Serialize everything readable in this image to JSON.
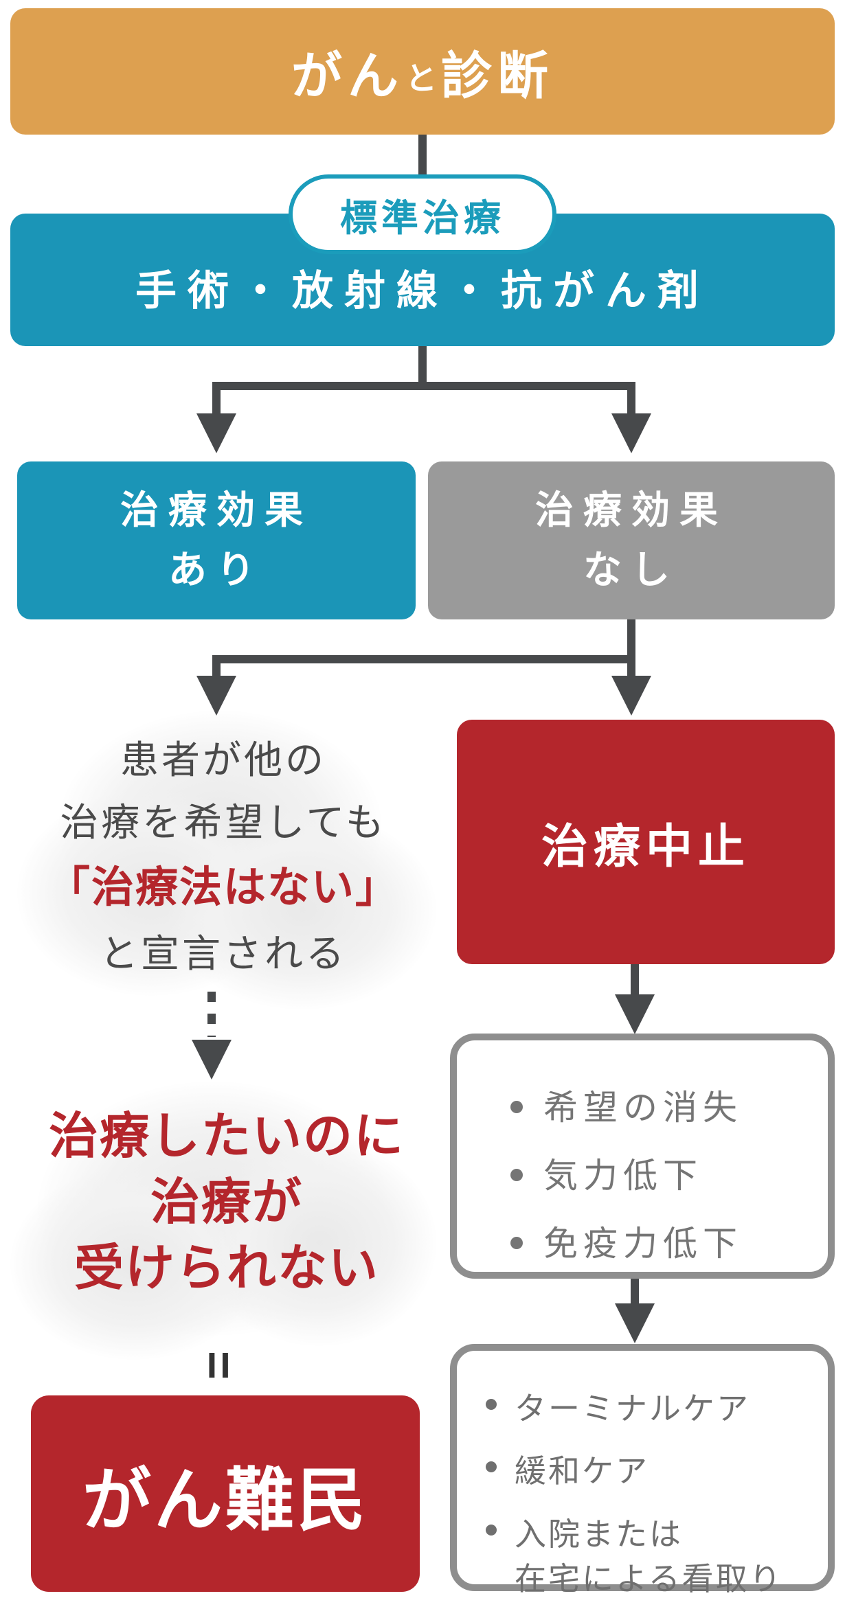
{
  "colors": {
    "orange": "#DDA050",
    "teal": "#1B95B7",
    "teal_accent": "#1B9CBB",
    "gray_node": "#9A9A9A",
    "red": "#B4262C",
    "connector": "#47494B",
    "care_border": "#8E8E8E",
    "care_text": "#757575",
    "cloud_text": "#4A4A4A"
  },
  "flow": {
    "diagnosis": {
      "part1": "がん",
      "part2": "と",
      "part3": "診断"
    },
    "standard": {
      "badge": "標準治療",
      "treatments": "手術・放射線・抗がん剤"
    },
    "effective": {
      "line1": "治療効果",
      "line2": "あり"
    },
    "not_effective": {
      "line1": "治療効果",
      "line2": "なし"
    },
    "declared_cloud": {
      "line1": "患者が他の",
      "line2": "治療を希望しても",
      "line3": "「治療法はない」",
      "line4": "と宣言される"
    },
    "stop": "治療中止",
    "consequences": {
      "item1": "希望の消失",
      "item2": "気力低下",
      "item3": "免疫力低下"
    },
    "refused_cloud": {
      "line1": "治療したいのに",
      "line2": "治療が",
      "line3": "受けられない"
    },
    "equals_symbol": "=",
    "refugee": "がん難民",
    "care": {
      "item1": "ターミナルケア",
      "item2": "緩和ケア",
      "item3_line1": "入院または",
      "item3_line2": "在宅による看取り"
    }
  }
}
